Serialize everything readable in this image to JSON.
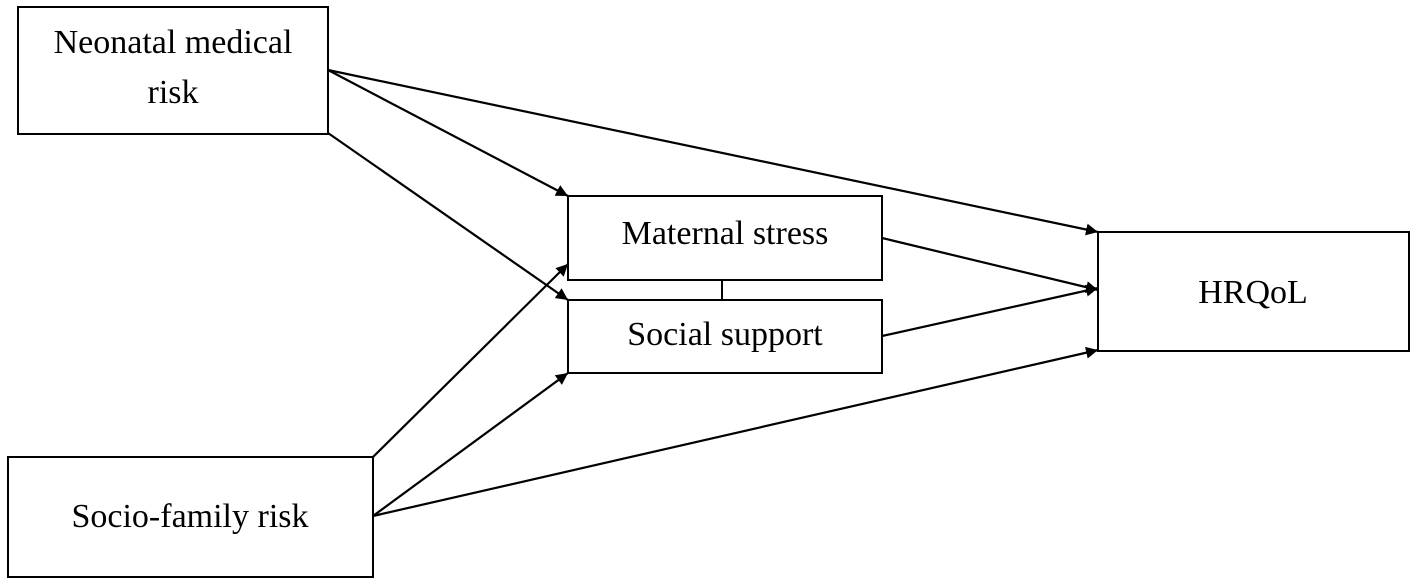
{
  "diagram": {
    "nodes": {
      "neonatal": {
        "lines": [
          "Neonatal medical",
          "risk"
        ]
      },
      "socio": {
        "lines": [
          "Socio-family risk"
        ]
      },
      "stress": {
        "lines": [
          "Maternal stress"
        ]
      },
      "support": {
        "lines": [
          "Social support"
        ]
      },
      "hrqol": {
        "lines": [
          "HRQoL"
        ]
      }
    },
    "edges": [
      {
        "from": "neonatal",
        "to": "stress",
        "directed": true
      },
      {
        "from": "neonatal",
        "to": "support",
        "directed": true
      },
      {
        "from": "neonatal",
        "to": "hrqol",
        "directed": true
      },
      {
        "from": "socio",
        "to": "stress",
        "directed": true
      },
      {
        "from": "socio",
        "to": "support",
        "directed": true
      },
      {
        "from": "socio",
        "to": "hrqol",
        "directed": true
      },
      {
        "from": "stress",
        "to": "hrqol",
        "directed": true
      },
      {
        "from": "support",
        "to": "hrqol",
        "directed": true
      },
      {
        "from": "stress",
        "to": "support",
        "directed": false
      }
    ],
    "colors": {
      "stroke": "#000000",
      "fill": "#ffffff",
      "text": "#000000"
    }
  }
}
